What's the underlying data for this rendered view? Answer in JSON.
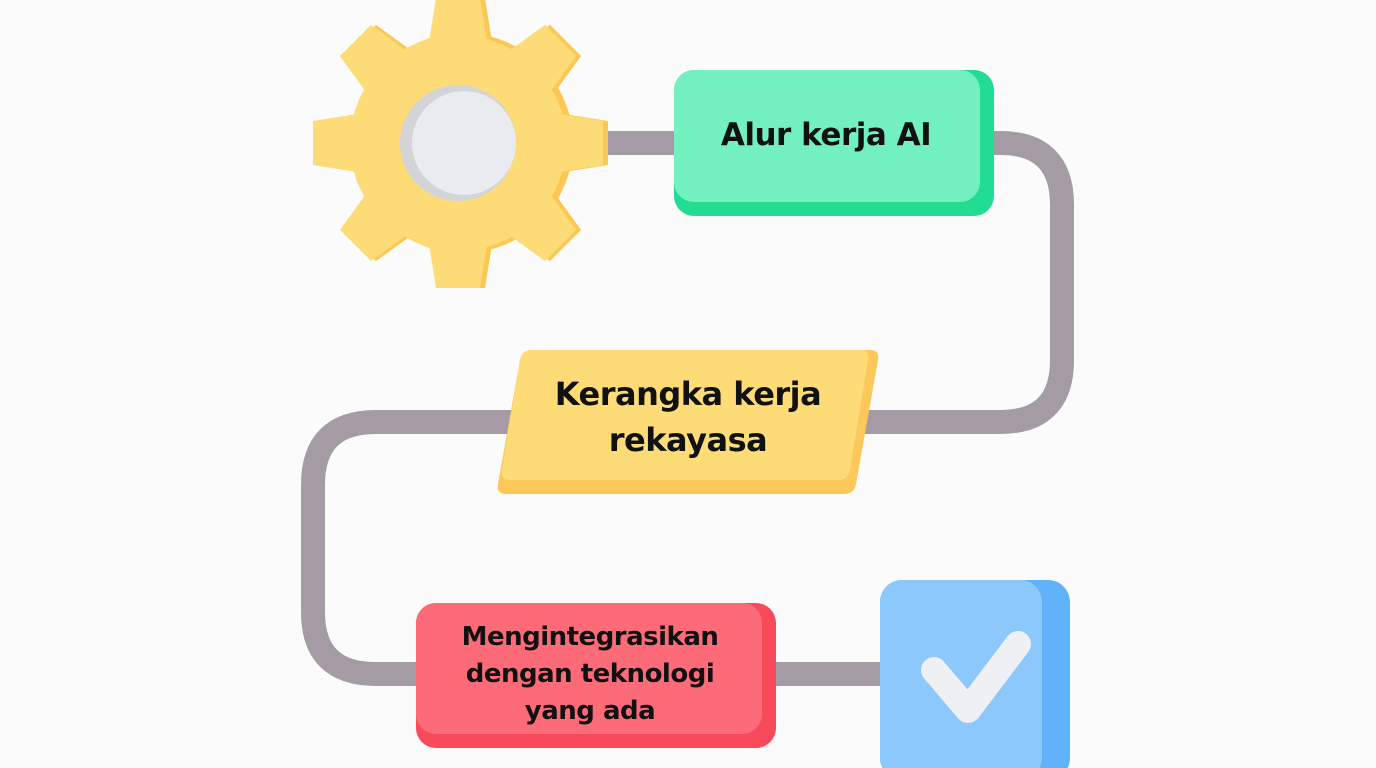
{
  "diagram": {
    "type": "flowchart",
    "colors": {
      "background": "#fbfbfb",
      "connector": "#a59ba5",
      "gear": "#fddc78",
      "gear_shadow": "#fcc853",
      "gear_hub": "#e9ebee",
      "step1_fill": "#72f0c0",
      "step1_shadow": "#22dc94",
      "step2_fill": "#fddc78",
      "step2_shadow": "#fbc859",
      "step3_fill": "#fd6b78",
      "step3_shadow": "#f84a5a",
      "check_fill": "#8cc8fb",
      "check_shadow": "#60b3fb",
      "check_mark": "#eef0f4"
    },
    "start_icon": "gear-icon",
    "end_icon": "checkmark-icon",
    "steps": [
      {
        "label": "Alur kerja AI",
        "shape": "rounded-rect",
        "color": "green"
      },
      {
        "label": "Kerangka kerja rekayasa",
        "shape": "parallelogram",
        "color": "yellow"
      },
      {
        "label": "Mengintegrasikan dengan teknologi yang ada",
        "shape": "rounded-rect",
        "color": "red"
      }
    ]
  },
  "labels": {
    "step1": "Alur kerja AI",
    "step2_line1": "Kerangka kerja",
    "step2_line2": "rekayasa",
    "step3_line1": "Mengintegrasikan",
    "step3_line2": "dengan teknologi",
    "step3_line3": "yang ada"
  }
}
